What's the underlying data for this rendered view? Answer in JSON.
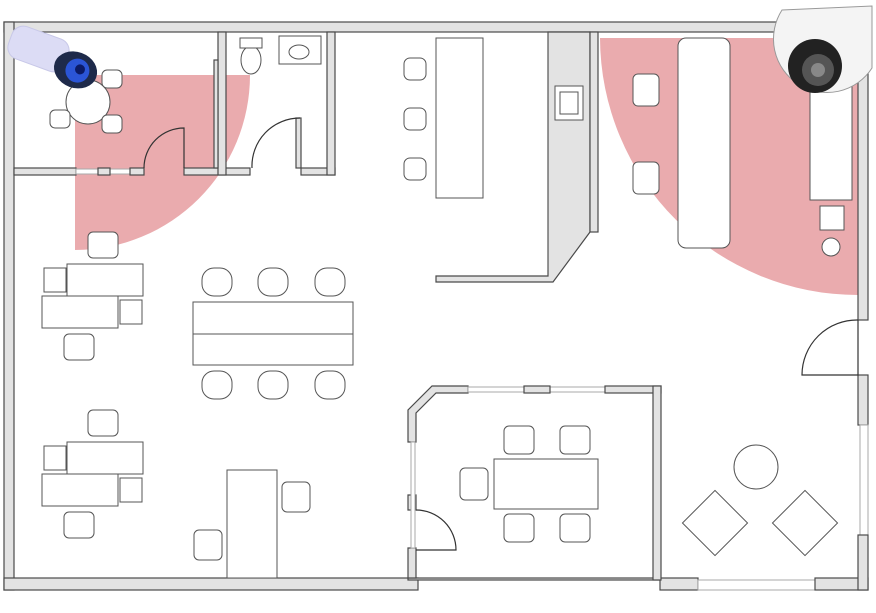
{
  "plan": {
    "colors": {
      "wall_fill": "#e3e3e3",
      "wall_stroke": "#4a4a4a",
      "coverage": "#d9666b",
      "camera_lens_blue": "#1a3fbf",
      "camera_body_dark": "#222222"
    },
    "icons": [
      "bullet-camera-icon",
      "dome-camera-icon"
    ],
    "coverage_zones": [
      {
        "camera": "bullet-camera",
        "angle_deg": 90
      },
      {
        "camera": "dome-camera",
        "angle_deg": 90
      }
    ]
  }
}
